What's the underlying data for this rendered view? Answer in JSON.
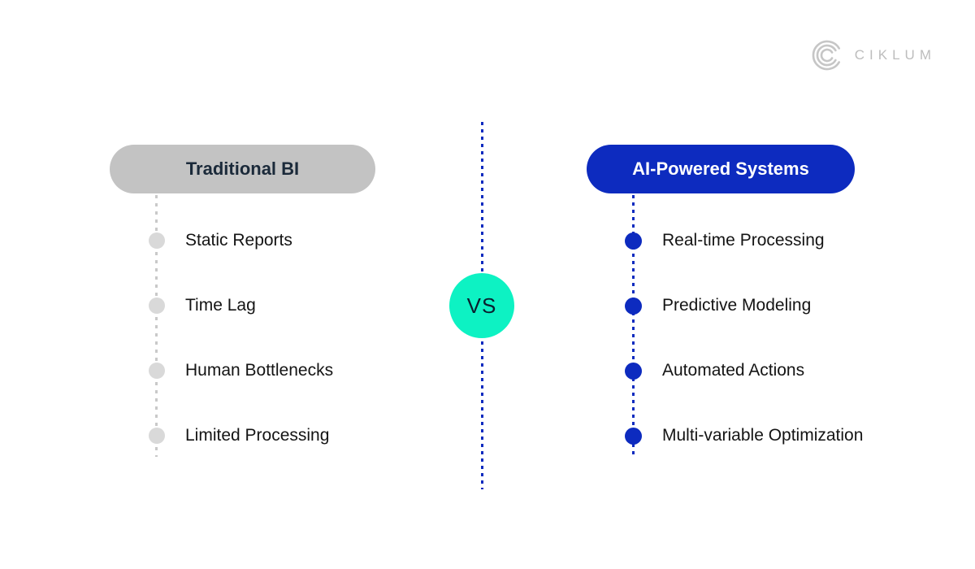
{
  "brand": {
    "name": "CIKLUM",
    "logo_icon": "concentric-c-arcs"
  },
  "comparison": {
    "vs_label": "VS",
    "left": {
      "title": "Traditional BI",
      "items": [
        "Static Reports",
        "Time Lag",
        "Human Bottlenecks",
        "Limited Processing"
      ]
    },
    "right": {
      "title": "AI-Powered Systems",
      "items": [
        "Real-time Processing",
        "Predictive Modeling",
        "Automated Actions",
        "Multi-variable Optimization"
      ]
    }
  },
  "colors": {
    "accent_blue": "#0d2bbf",
    "mint_accent": "#0df2c3",
    "pill_gray": "#c3c3c3",
    "dot_gray": "#d9d9d9",
    "logo_gray": "#c6c6c6",
    "text_dark": "#141414",
    "pill_left_text": "#1b2a3a"
  }
}
